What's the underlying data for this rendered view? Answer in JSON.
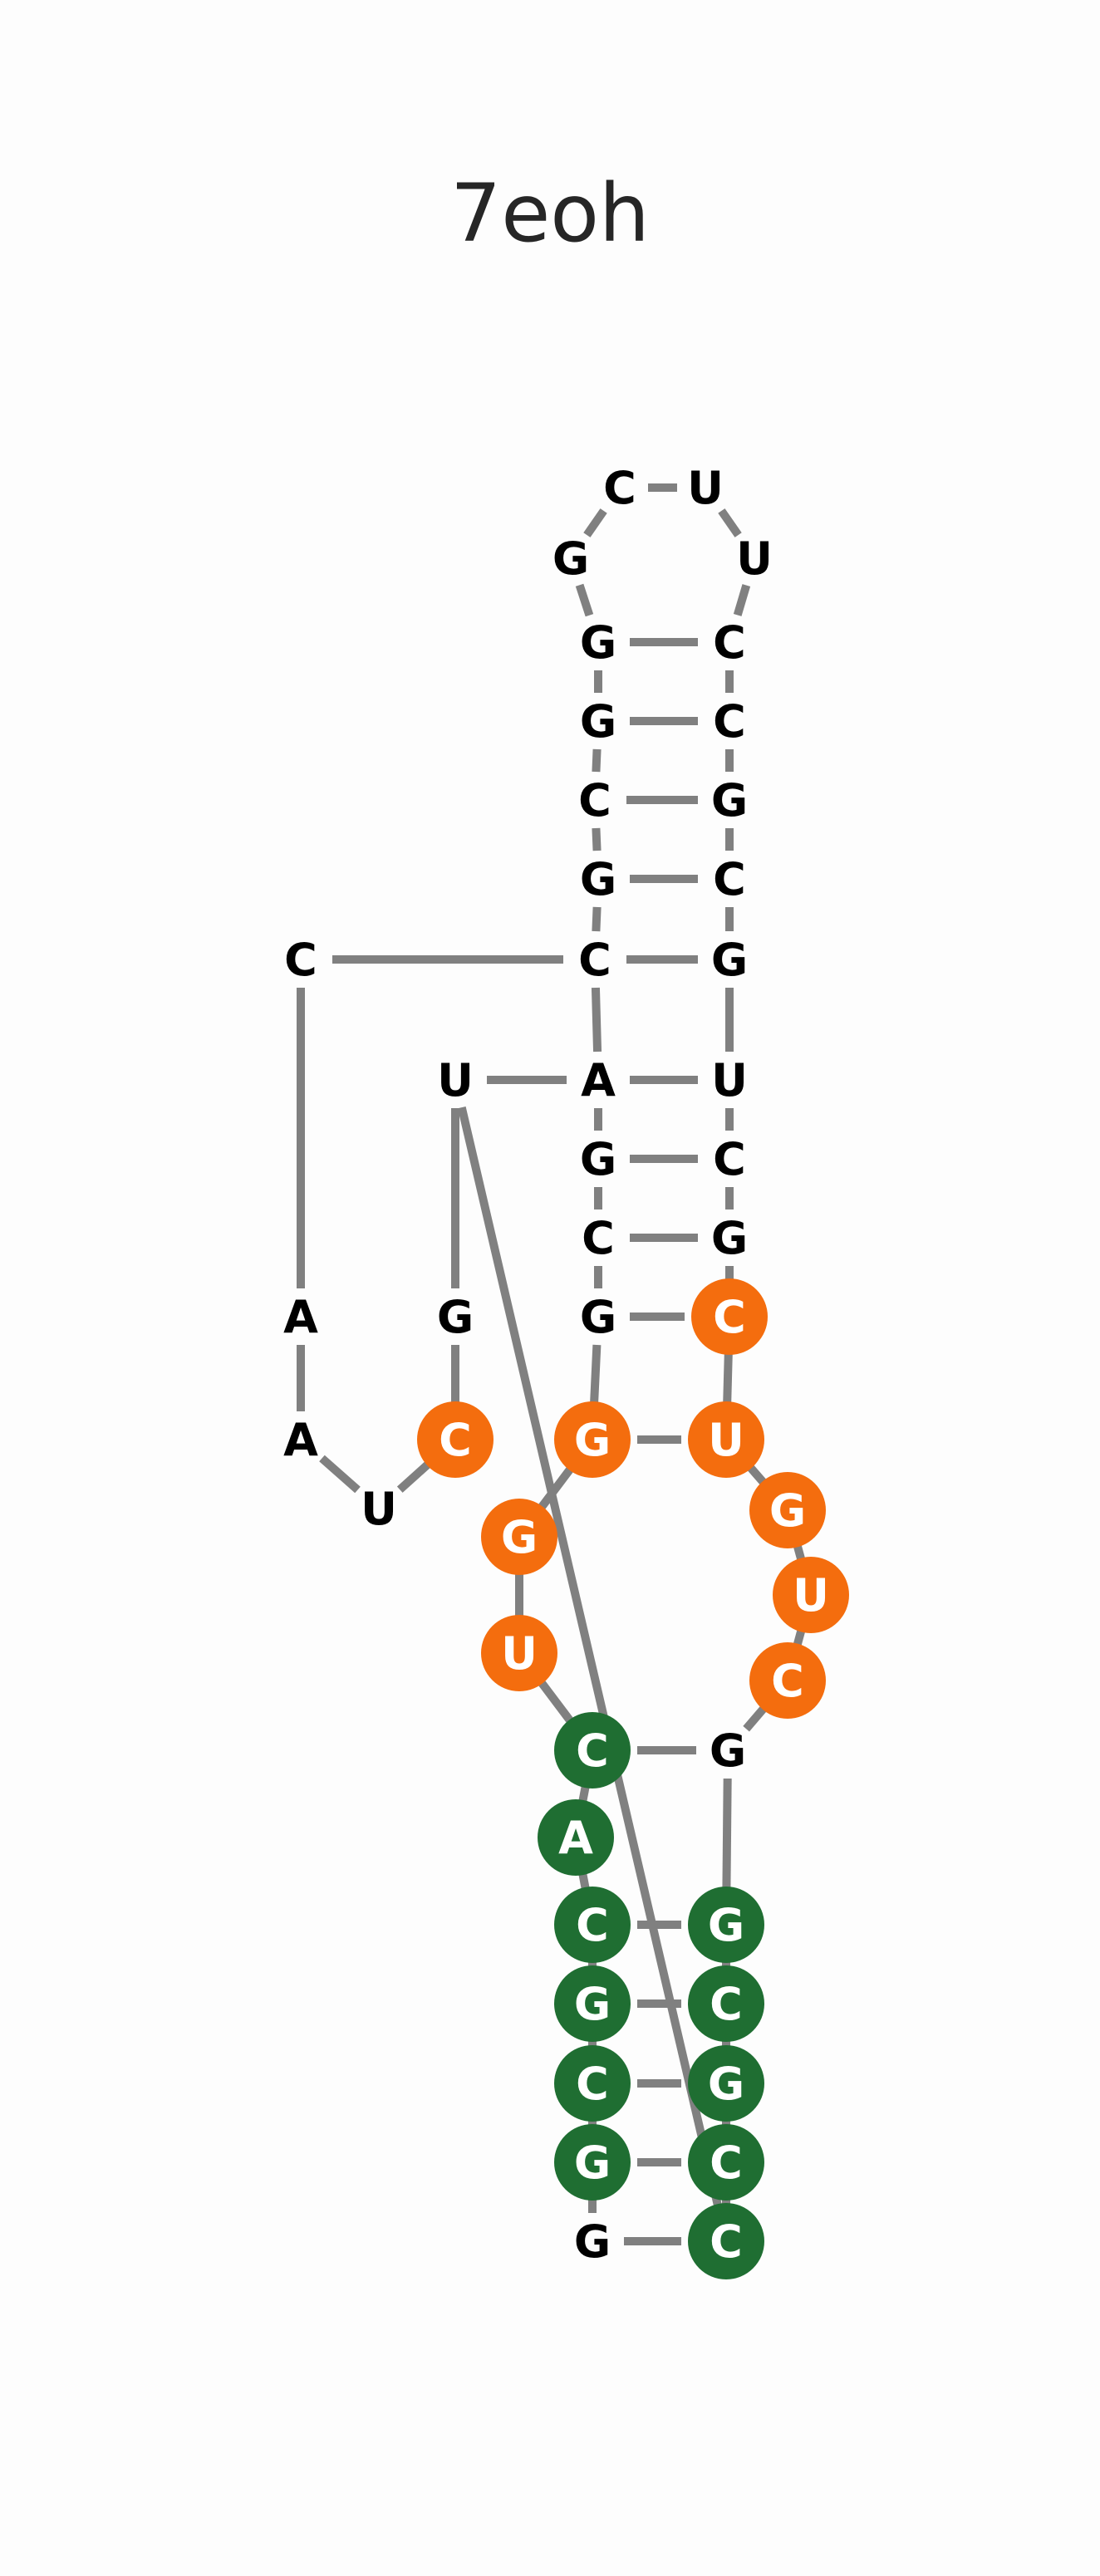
{
  "title": "7eoh",
  "colors": {
    "orange": "#f46d0e",
    "green": "#1f6e32",
    "plain_text": "#000000",
    "on_circle_text": "#ffffff",
    "line": "#808080"
  },
  "nucleotides": [
    {
      "i": 1,
      "letter": "G",
      "hl": null
    },
    {
      "i": 2,
      "letter": "G",
      "hl": "green"
    },
    {
      "i": 3,
      "letter": "C",
      "hl": "green"
    },
    {
      "i": 4,
      "letter": "G",
      "hl": "green"
    },
    {
      "i": 5,
      "letter": "C",
      "hl": "green"
    },
    {
      "i": 6,
      "letter": "A",
      "hl": "green"
    },
    {
      "i": 7,
      "letter": "C",
      "hl": "green"
    },
    {
      "i": 8,
      "letter": "U",
      "hl": "orange"
    },
    {
      "i": 9,
      "letter": "G",
      "hl": "orange"
    },
    {
      "i": 10,
      "letter": "G",
      "hl": "orange"
    },
    {
      "i": 11,
      "letter": "G",
      "hl": null
    },
    {
      "i": 12,
      "letter": "C",
      "hl": null
    },
    {
      "i": 13,
      "letter": "G",
      "hl": null
    },
    {
      "i": 14,
      "letter": "A",
      "hl": null
    },
    {
      "i": 15,
      "letter": "C",
      "hl": null
    },
    {
      "i": 16,
      "letter": "G",
      "hl": null
    },
    {
      "i": 17,
      "letter": "C",
      "hl": null
    },
    {
      "i": 18,
      "letter": "G",
      "hl": null
    },
    {
      "i": 19,
      "letter": "G",
      "hl": null
    },
    {
      "i": 20,
      "letter": "G",
      "hl": null
    },
    {
      "i": 21,
      "letter": "C",
      "hl": null
    },
    {
      "i": 22,
      "letter": "U",
      "hl": null
    },
    {
      "i": 23,
      "letter": "U",
      "hl": null
    },
    {
      "i": 24,
      "letter": "C",
      "hl": null
    },
    {
      "i": 25,
      "letter": "C",
      "hl": null
    },
    {
      "i": 26,
      "letter": "G",
      "hl": null
    },
    {
      "i": 27,
      "letter": "C",
      "hl": null
    },
    {
      "i": 28,
      "letter": "G",
      "hl": null
    },
    {
      "i": 29,
      "letter": "U",
      "hl": null
    },
    {
      "i": 30,
      "letter": "C",
      "hl": null
    },
    {
      "i": 31,
      "letter": "G",
      "hl": null
    },
    {
      "i": 32,
      "letter": "C",
      "hl": "orange"
    },
    {
      "i": 33,
      "letter": "U",
      "hl": "orange"
    },
    {
      "i": 34,
      "letter": "G",
      "hl": "orange"
    },
    {
      "i": 35,
      "letter": "U",
      "hl": "orange"
    },
    {
      "i": 36,
      "letter": "C",
      "hl": "orange"
    },
    {
      "i": 37,
      "letter": "G",
      "hl": null
    },
    {
      "i": 38,
      "letter": "G",
      "hl": "green"
    },
    {
      "i": 39,
      "letter": "C",
      "hl": "green"
    },
    {
      "i": 40,
      "letter": "G",
      "hl": "green"
    },
    {
      "i": 41,
      "letter": "C",
      "hl": "green"
    },
    {
      "i": 42,
      "letter": "C",
      "hl": "green"
    },
    {
      "i": 43,
      "letter": "U",
      "hl": null
    },
    {
      "i": 44,
      "letter": "G",
      "hl": null
    },
    {
      "i": 45,
      "letter": "C",
      "hl": "orange"
    },
    {
      "i": 46,
      "letter": "U",
      "hl": null
    },
    {
      "i": 47,
      "letter": "A",
      "hl": null
    },
    {
      "i": 48,
      "letter": "A",
      "hl": null
    },
    {
      "i": 49,
      "letter": "C",
      "hl": null
    }
  ],
  "pairs": [
    [
      1,
      42
    ],
    [
      2,
      41
    ],
    [
      3,
      40
    ],
    [
      4,
      39
    ],
    [
      5,
      38
    ],
    [
      7,
      37
    ],
    [
      10,
      33
    ],
    [
      11,
      32
    ],
    [
      12,
      31
    ],
    [
      13,
      30
    ],
    [
      14,
      29
    ],
    [
      15,
      28
    ],
    [
      16,
      27
    ],
    [
      17,
      26
    ],
    [
      18,
      25
    ],
    [
      19,
      24
    ],
    [
      43,
      14
    ],
    [
      49,
      15
    ]
  ]
}
